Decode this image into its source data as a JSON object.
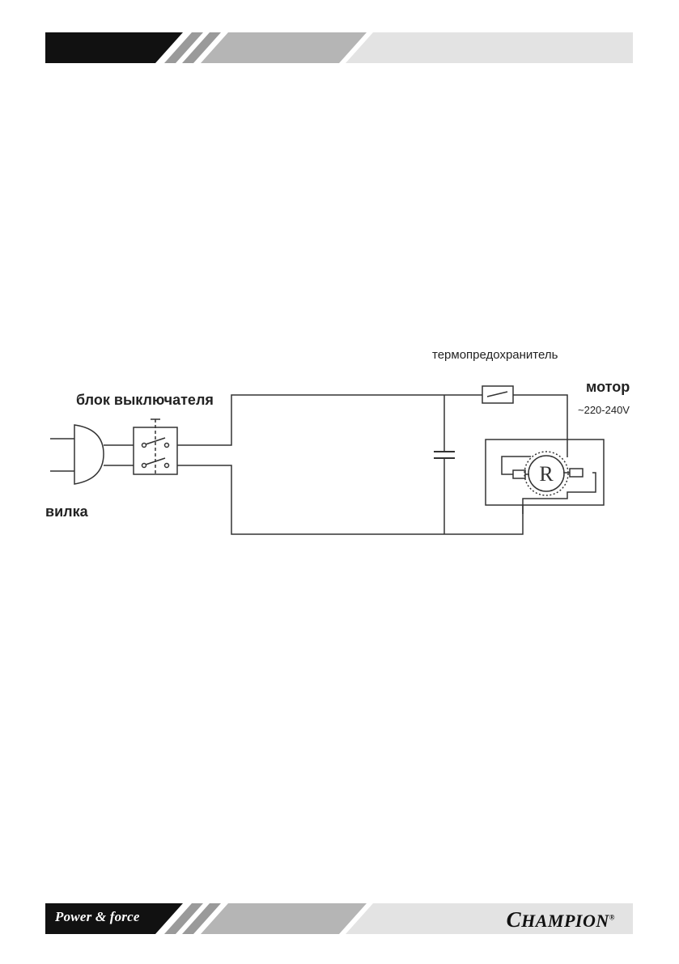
{
  "header": {},
  "diagram": {
    "labels": {
      "thermal_fuse": "термопредохранитель",
      "motor": "мотор",
      "voltage": "~220-240V",
      "switch_block": "блок выключателя",
      "plug": "вилка",
      "rotor_symbol": "R"
    }
  },
  "footer": {
    "slogan": "Power & force",
    "brand_first": "C",
    "brand_rest": "HAMPION",
    "brand_mark": "®"
  },
  "colors": {
    "band_dark": "#111111",
    "band_mid": "#b5b5b5",
    "band_light": "#e3e3e3",
    "line": "#333333"
  }
}
